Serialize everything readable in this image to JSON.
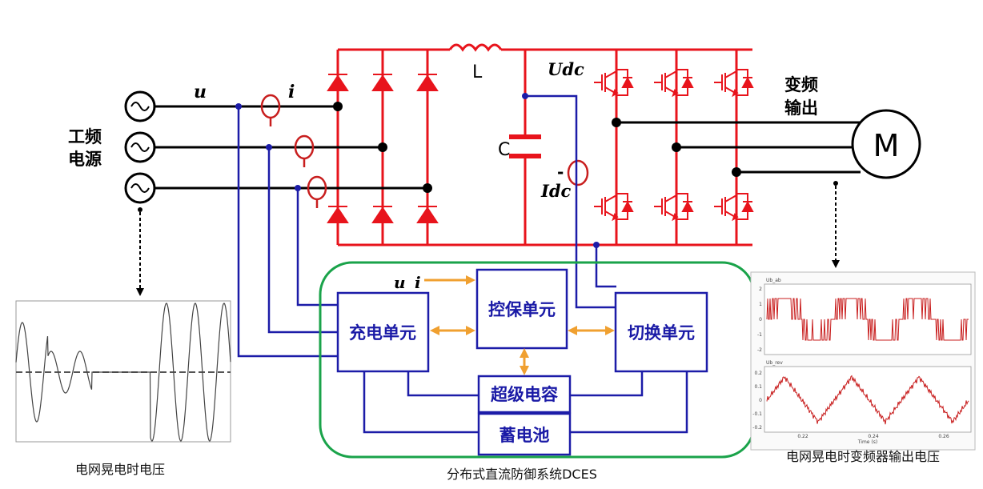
{
  "labels": {
    "source_line1": "工频",
    "source_line2": "电源",
    "u": "u",
    "i": "i",
    "inductor": "L",
    "capacitor": "C",
    "udc": "Udc",
    "idc": "Idc",
    "minus": "-",
    "output_line1": "变频",
    "output_line2": "输出",
    "motor": "M"
  },
  "dces": {
    "charge_unit": "充电单元",
    "control_unit": "控保单元",
    "switch_unit": "切换单元",
    "supercap": "超级电容",
    "battery": "蓄电池",
    "input_u": "u",
    "input_i": "i"
  },
  "captions": {
    "left_plot": "电网晃电时电压",
    "center": "分布式直流防御系统DCES",
    "right_plot": "电网晃电时变频器输出电压"
  },
  "right_plot": {
    "top_title": "Ub_ab",
    "bottom_title": "Ub_rev",
    "top_ticks": [
      "2",
      "1",
      "0",
      "-1",
      "-2"
    ],
    "bottom_ticks": [
      "0.2",
      "0.1",
      "0",
      "-0.1",
      "-0.2"
    ],
    "x_ticks": [
      "0.22",
      "0.24",
      "0.26"
    ],
    "x_label": "Time (s)"
  },
  "colors": {
    "power_circuit": "#e8141c",
    "line_black": "#000000",
    "control_blue": "#1c1ca8",
    "dces_border": "#1aa34a",
    "arrow_orange": "#f0a030",
    "waveform_red": "#c81e1e"
  }
}
